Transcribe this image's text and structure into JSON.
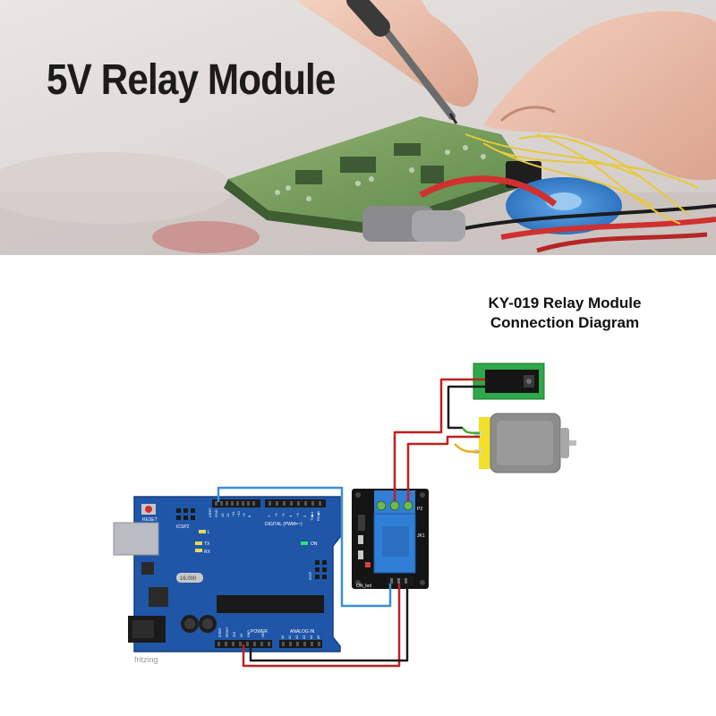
{
  "banner": {
    "title": "5V Relay Module"
  },
  "diagram": {
    "title_line1": "KY-019 Relay Module",
    "title_line2": "Connection Diagram",
    "watermark": "fritzing",
    "arduino": {
      "reset_label": "RESET",
      "icsp2_label": "ICSP2",
      "aref_label": "AREF",
      "gnd_label": "GND",
      "digital_label": "DIGITAL (PWM=~)",
      "tx_label": "TX",
      "rx_label": "RX",
      "txd_label": "TX▶1",
      "rxd_label": "RX◀0",
      "l_label": "L",
      "on_label": "ON",
      "icsp_label": "ICSP",
      "crystal_label": "16.000",
      "power_label": "POWER",
      "analog_label": "ANALOG IN",
      "ioref_label": "IOREF",
      "reset_pin_label": "RESET",
      "v33_label": "3V3",
      "v5_label": "5V",
      "vin_label": "VIN",
      "digital_pins": [
        "13",
        "12",
        "~11",
        "~10",
        "~9",
        "8",
        "7",
        "~6",
        "~5",
        "4",
        "~3",
        "2"
      ],
      "analog_pins": [
        "A0",
        "A1",
        "A2",
        "A3",
        "A4",
        "A5"
      ]
    },
    "relay": {
      "p2_label": "P2",
      "jk1_label": "JK1",
      "on_led_label": "ON_led"
    },
    "wire_colors": {
      "signal": "#3a8fd6",
      "power": "#c0201e",
      "ground": "#1a1a1a",
      "motor_a": "#3fae2a",
      "motor_b": "#e8b020"
    }
  }
}
